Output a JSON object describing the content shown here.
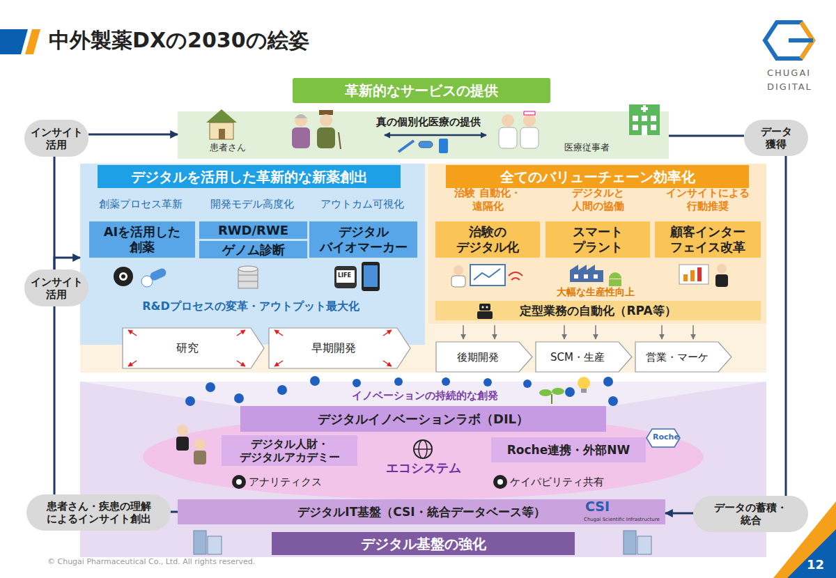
{
  "diagram": {
    "title": "中外製薬DXの2030の絵姿",
    "nodes": [
      {
        "text": [
          "革新的なサービスの提供"
        ]
      },
      {
        "text": [
          "患者さん",
          "真の個別化医療の提供",
          "医療従事者"
        ]
      },
      {
        "text": [
          "インサイト 活用"
        ]
      },
      {
        "text": [
          "データ 獲得"
        ]
      },
      {
        "text": [
          "創薬プロセス革新",
          "開発モデル高度化",
          "アウトカム可視化",
          "R&Dプロセスの変革・アウトプット最大化"
        ]
      },
      {
        "text": [
          "デジタルを活用した革新的な新薬創出"
        ],
        "in": 4
      },
      {
        "text": [
          "AIを活用した 創薬"
        ],
        "in": 4
      },
      {
        "text": [
          "RWD/RWE"
        ],
        "in": 4
      },
      {
        "text": [
          "ゲノム診断"
        ],
        "in": 4
      },
      {
        "text": [
          "デジタル バイオマーカー"
        ],
        "in": 4
      },
      {
        "text": [
          "インサイト 活用"
        ]
      },
      {
        "text": [
          "治験 自動化・遠隔化",
          "デジタルと 人間の協働",
          "インサイトによる 行動推奨",
          "大幅な生産性向上"
        ]
      },
      {
        "text": [
          "全てのバリューチェーン効率化"
        ],
        "in": 11
      },
      {
        "text": [
          "治験の デジタル化"
        ],
        "in": 11
      },
      {
        "text": [
          "スマート プラント"
        ],
        "in": 11
      },
      {
        "text": [
          "顧客インター フェイス改革"
        ],
        "in": 11
      },
      {
        "text": [
          "定型業務の自動化（RPA等）"
        ],
        "in": 11
      },
      {
        "text": [
          "研究"
        ]
      },
      {
        "text": [
          "早期開発"
        ]
      },
      {
        "text": [
          "後期開発"
        ]
      },
      {
        "text": [
          "SCM・生産"
        ]
      },
      {
        "text": [
          "営業・マーケ"
        ]
      },
      {
        "text": [
          "イノベーションの持続的な創発"
        ]
      },
      {
        "text": [
          "デジタルイノベーションラボ（DIL）"
        ],
        "in": 22
      },
      {
        "text": [
          "エコシステム",
          "アナリティクス",
          "ケイパビリティ共有"
        ],
        "in": 22
      },
      {
        "text": [
          "デジタル人財・ デジタルアカデミー"
        ],
        "in": 24
      },
      {
        "text": [
          "Roche連携・外部NW"
        ],
        "in": 24
      },
      {
        "text": [
          "デジタルIT基盤（CSI・統合データベース等）"
        ],
        "in": 22
      },
      {
        "text": [
          "デジタル基盤の強化"
        ],
        "in": 22
      },
      {
        "text": [
          "患者さん・疾患の理解 によるインサイト創出"
        ]
      },
      {
        "text": [
          "データの蓄積・ 統合"
        ]
      }
    ],
    "edges": [
      {
        "from": 2,
        "to": 1,
        "arrow": "to"
      },
      {
        "from": 10,
        "to": 4,
        "arrow": "to"
      },
      {
        "from": 1,
        "to": 3,
        "arrow": "none"
      },
      {
        "from": 3,
        "to": 30,
        "arrow": "none"
      },
      {
        "from": 30,
        "to": 27,
        "arrow": "to"
      },
      {
        "from": 27,
        "to": 29,
        "arrow": "none"
      },
      {
        "from": 29,
        "to": 10,
        "arrow": "none"
      },
      {
        "from": 10,
        "to": 2,
        "arrow": "none"
      }
    ],
    "labels": [
      "CHUGAI",
      "DIGITAL",
      "LIFE",
      "Roche",
      "CSI",
      "Chugai Scientific Infrastructure",
      "© Chugai Pharmaceutical Co., Ltd. All rights reserved.",
      "12"
    ]
  }
}
